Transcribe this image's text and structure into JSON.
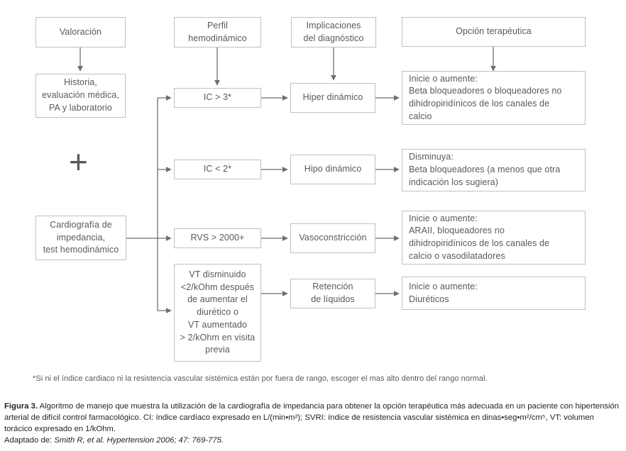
{
  "figure": {
    "columns": [
      {
        "id": "valoracion",
        "label": "Valoración"
      },
      {
        "id": "perfil",
        "label": "Perfil\nhemodinámico"
      },
      {
        "id": "implicaciones",
        "label": "Implicaciones\ndel diagnóstico"
      },
      {
        "id": "opcion",
        "label": "Opción terapéutica"
      }
    ],
    "inputs": {
      "historia": "Historia,\nevaluación médica,\nPA y laboratorio",
      "plus_symbol": "+",
      "cardiografia": "Cardiografía de\nimpedancia,\ntest hemodinámico"
    },
    "rows": [
      {
        "profile": "IC > 3*",
        "implication": "Hiper dinámico",
        "therapy": "Inicie o aumente:\nBeta bloqueadores o bloqueadores no\ndihidropiridínicos de los canales de\ncalcio"
      },
      {
        "profile": "IC < 2*",
        "implication": "Hipo dinámico",
        "therapy": "Disminuya:\nBeta bloqueadores (a menos que otra\nindicación los sugiera)"
      },
      {
        "profile": "RVS > 2000+",
        "implication": "Vasoconstricción",
        "therapy": "Inicie o aumente:\nARAII, bloqueadores no\ndihidropiridínicos de los canales de\ncalcio o vasodilatadores"
      },
      {
        "profile": "VT disminuido\n<2/kOhm después\nde aumentar el\ndiurético o\nVT aumentado\n> 2/kOhm en visita\nprevia",
        "implication": "Retención\nde líquidos",
        "therapy": "Inicie o aumente:\nDiuréticos"
      }
    ],
    "footnote": "*Si ni el índice cardiaco ni la resistencia vascular sistémica están por fuera de rango, escoger el mas alto dentro del rango normal.",
    "caption": {
      "label": "Figura 3.",
      "line1": " Algoritmo de manejo que muestra la utilización de la cardiografía de impedancia para obtener la opción terapéutica más adecuada en un paciente con hipertensión arterial de difícil control farmacológico. CI: índice cardíaco expresado en L/(min•m²); SVRI: índice de resistencia vascular sistémica en dinas•seg•m²/cm⁵, VT: volumen torácico expresado en 1/kOhm.",
      "source_prefix": "Adaptado de: ",
      "source_italic": "Smith R, et al. Hypertension 2006; 47: 769-775."
    }
  },
  "colors": {
    "box_border": "#bfc0c2",
    "box_text": "#58595b",
    "wire": "#6d6e71",
    "caption_text": "#231f20",
    "background": "#ffffff"
  }
}
